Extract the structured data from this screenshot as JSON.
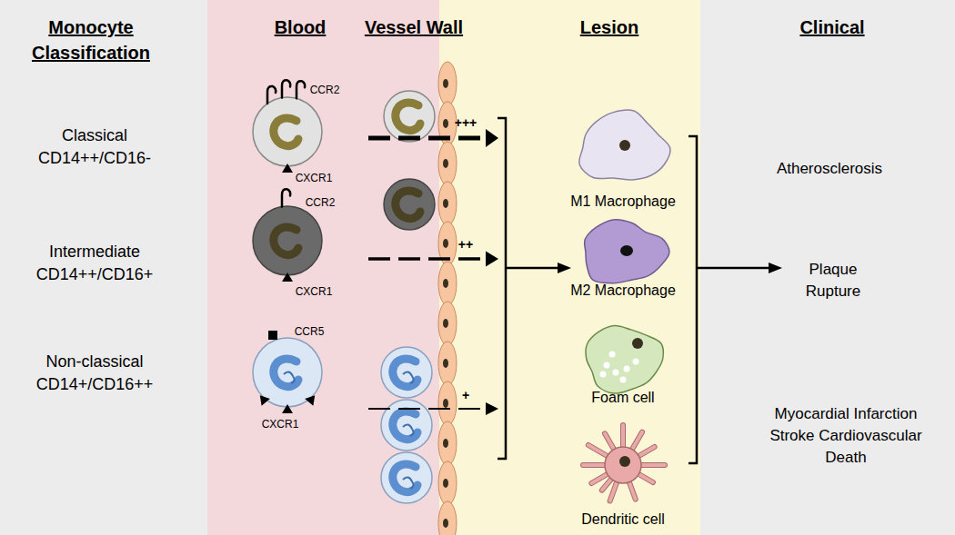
{
  "diagram": {
    "nodes": [
      {
        "text": [
          "CCR2",
          "CXCR1"
        ]
      },
      {
        "text": [
          "CCR2",
          "CXCR1"
        ]
      },
      {
        "text": [
          "CCR5",
          "CXCR1"
        ]
      },
      {
        "text": [
          "M1 Macrophage"
        ]
      },
      {
        "text": [
          "M2 Macrophage"
        ]
      },
      {
        "text": [
          "Foam cell"
        ]
      },
      {
        "text": [
          "Dendritic cell"
        ]
      }
    ],
    "labels": [
      "Monocyte Classification",
      "Blood",
      "Vessel Wall",
      "Lesion",
      "Clinical",
      "Classical CD14++/CD16-",
      "Intermediate CD14++/CD16+",
      "Non-classical CD14+/CD16++",
      "+++",
      "++",
      "+",
      "Atherosclerosis",
      "Plaque Rupture",
      "Myocardial Infarction Stroke Cardiovascular Death"
    ]
  }
}
